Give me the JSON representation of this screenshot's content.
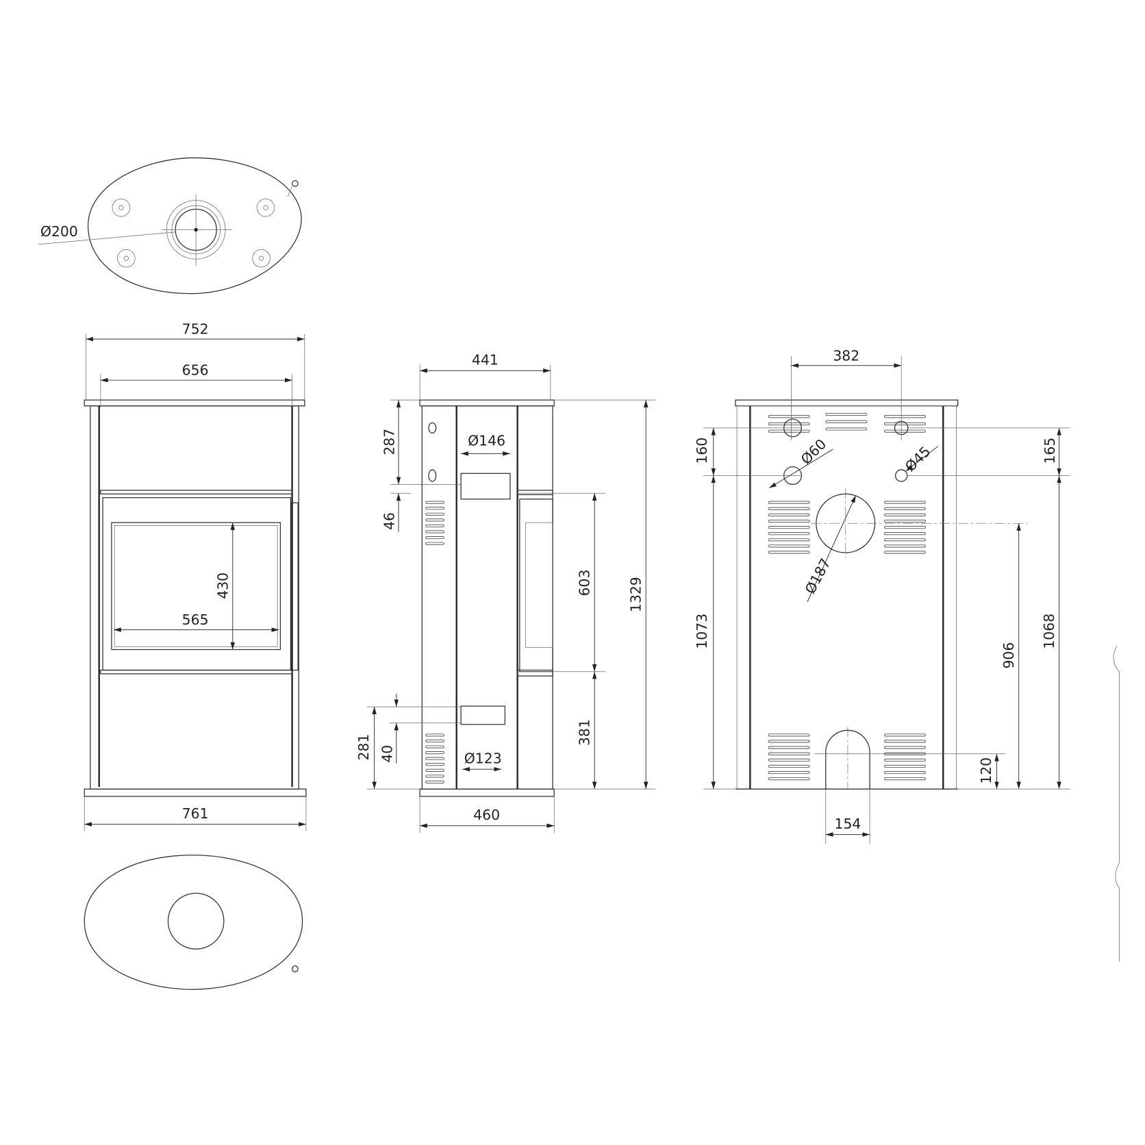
{
  "top_view": {
    "flue_diameter": "Ø200"
  },
  "front_view": {
    "width_top": "752",
    "width_inner": "656",
    "width_base": "761",
    "glass_height": "430",
    "glass_width": "565"
  },
  "side_view": {
    "depth_top": "441",
    "depth_base": "460",
    "top_flue_offset": "287",
    "gap_46": "46",
    "top_outlet_diameter": "Ø146",
    "bottom_inlet_diameter": "Ø123",
    "door_height": "603",
    "lower_height": "381",
    "total_height": "1329",
    "bottom_inlet_height": "281",
    "bottom_inlet_size": "40"
  },
  "back_view": {
    "hole_spacing": "382",
    "left_hole_spacing": "160",
    "right_hole_spacing": "165",
    "left_pipe_diameter": "Ø60",
    "right_pipe_diameter": "Ø45",
    "flue_diameter": "Ø187",
    "left_hole_height": "1073",
    "right_hole_height": "1068",
    "flue_height": "906",
    "air_inlet_height": "120",
    "air_inlet_width": "154"
  }
}
